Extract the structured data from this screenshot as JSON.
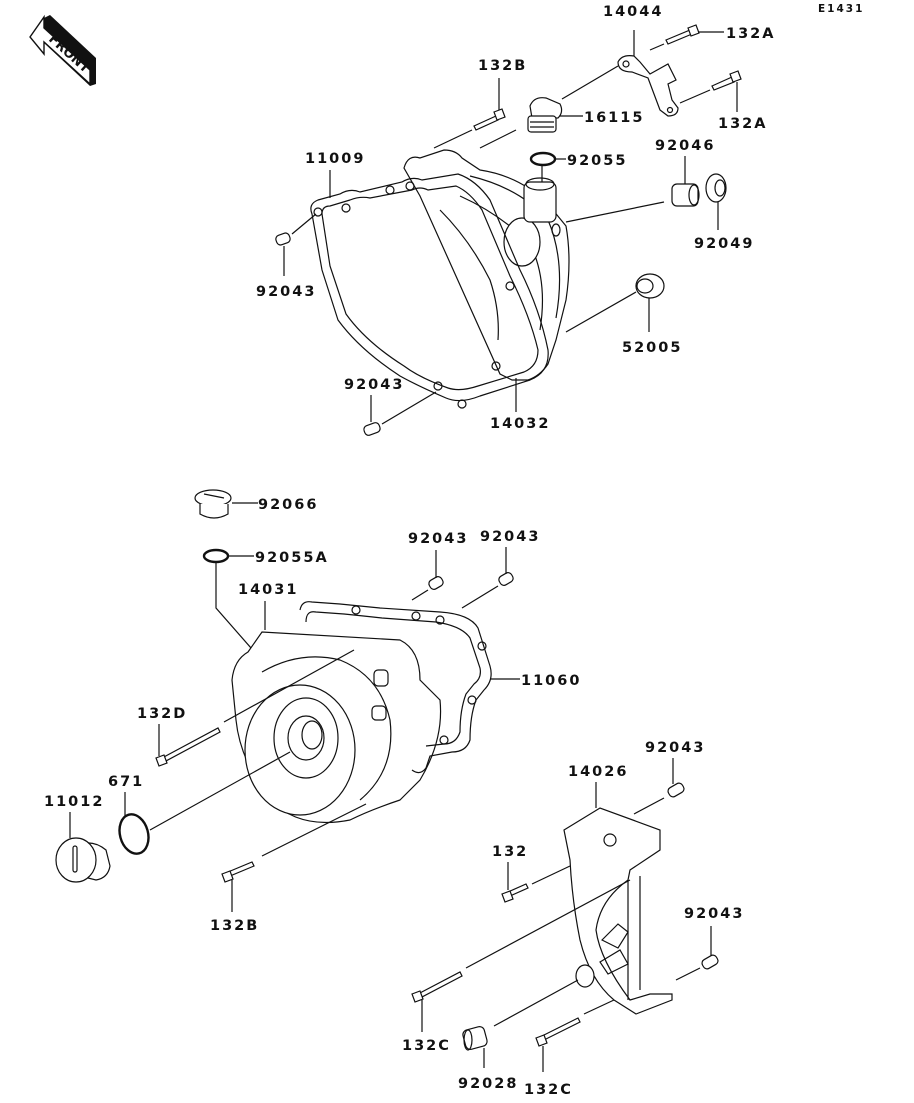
{
  "diagram": {
    "code": "E1431",
    "orientation_badge": {
      "icon": "front-arrow-icon",
      "text": "FRONT"
    },
    "colors": {
      "ink": "#111111",
      "background": "#ffffff"
    },
    "callouts": [
      {
        "id": "c14044",
        "part_no": "14044"
      },
      {
        "id": "c132A_1",
        "part_no": "132A"
      },
      {
        "id": "c132A_2",
        "part_no": "132A"
      },
      {
        "id": "c132B_1",
        "part_no": "132B"
      },
      {
        "id": "c16115",
        "part_no": "16115"
      },
      {
        "id": "c11009",
        "part_no": "11009"
      },
      {
        "id": "c92055",
        "part_no": "92055"
      },
      {
        "id": "c92046",
        "part_no": "92046"
      },
      {
        "id": "c92049",
        "part_no": "92049"
      },
      {
        "id": "c92043_1",
        "part_no": "92043"
      },
      {
        "id": "c52005",
        "part_no": "52005"
      },
      {
        "id": "c92043_2",
        "part_no": "92043"
      },
      {
        "id": "c14032",
        "part_no": "14032"
      },
      {
        "id": "c92066",
        "part_no": "92066"
      },
      {
        "id": "c92055A",
        "part_no": "92055A"
      },
      {
        "id": "c92043_3",
        "part_no": "92043"
      },
      {
        "id": "c92043_4",
        "part_no": "92043"
      },
      {
        "id": "c14031",
        "part_no": "14031"
      },
      {
        "id": "c11060",
        "part_no": "11060"
      },
      {
        "id": "c132D",
        "part_no": "132D"
      },
      {
        "id": "c671",
        "part_no": "671"
      },
      {
        "id": "c11012",
        "part_no": "11012"
      },
      {
        "id": "c132B_2",
        "part_no": "132B"
      },
      {
        "id": "c92043_5",
        "part_no": "92043"
      },
      {
        "id": "c14026",
        "part_no": "14026"
      },
      {
        "id": "c132",
        "part_no": "132"
      },
      {
        "id": "c92043_6",
        "part_no": "92043"
      },
      {
        "id": "c132C_1",
        "part_no": "132C"
      },
      {
        "id": "c92028",
        "part_no": "92028"
      },
      {
        "id": "c132C_2",
        "part_no": "132C"
      }
    ]
  }
}
